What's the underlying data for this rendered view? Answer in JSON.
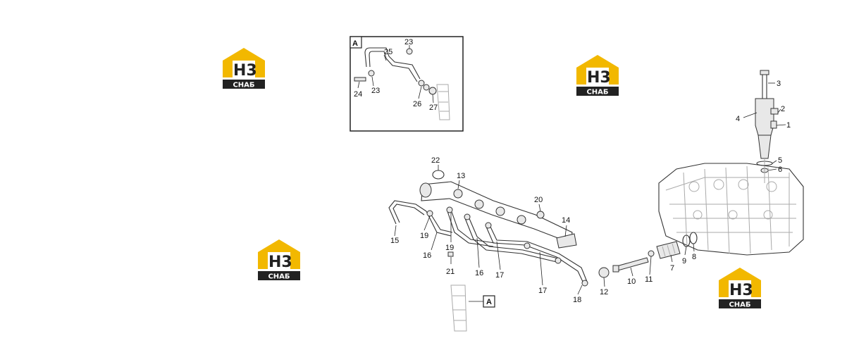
{
  "diagram": {
    "inset_label": "A",
    "view_ref_label": "A",
    "inset_callouts": [
      "23",
      "25",
      "24",
      "23",
      "26",
      "27"
    ],
    "callouts": [
      "1",
      "2",
      "3",
      "4",
      "5",
      "6",
      "7",
      "8",
      "9",
      "10",
      "11",
      "12",
      "13",
      "14",
      "15",
      "16",
      "16",
      "17",
      "17",
      "18",
      "19",
      "19",
      "20",
      "21",
      "22"
    ]
  },
  "watermarks": [
    {
      "big": "H3",
      "small": "СНАБ"
    },
    {
      "big": "H3",
      "small": "СНАБ"
    },
    {
      "big": "H3",
      "small": "СНАБ"
    },
    {
      "big": "H3",
      "small": "СНАБ"
    }
  ],
  "colors": {
    "logo_yellow": "#f2b800",
    "logo_dark": "#222222",
    "line": "#333333"
  }
}
